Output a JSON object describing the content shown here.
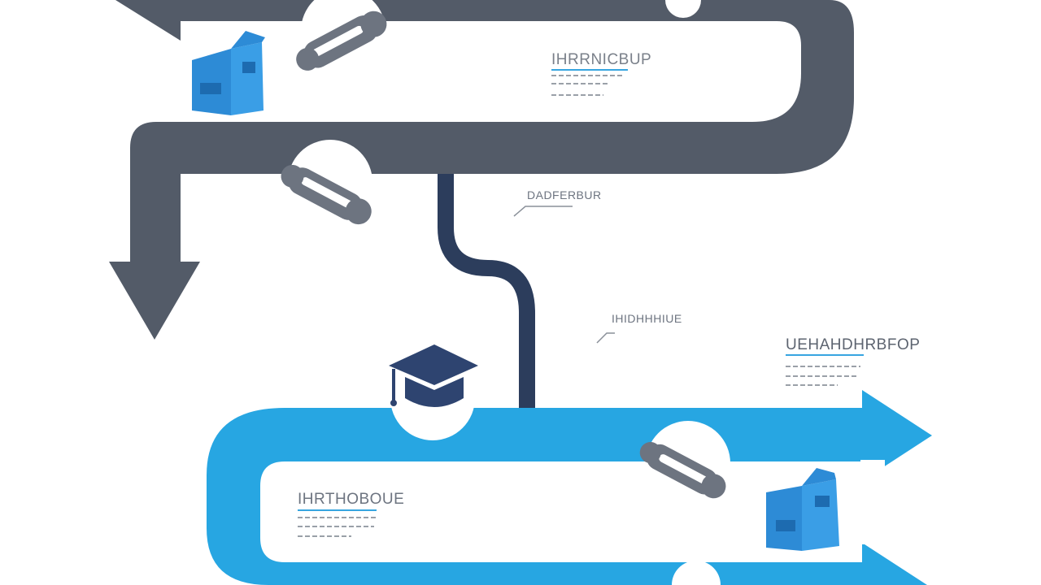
{
  "colors": {
    "dark_path": "#535b68",
    "blue_path": "#27a6e2",
    "navy_line": "#2c3d5c",
    "icon_gray": "#6d7480",
    "icon_blue": "#2d8bd6",
    "cap_navy": "#2e4470",
    "text_gray": "#7a808a",
    "accent_blue": "#37a5e0"
  },
  "milestones": [
    {
      "heading": "IHRRNICBUP",
      "icon": "book-icon"
    },
    {
      "heading": "DADFERBUR",
      "icon": "diploma-scroll-icon"
    },
    {
      "heading": "IHIDHHHIUE",
      "icon": "diploma-scroll-icon"
    },
    {
      "heading": "UEHAHDHRBFOP",
      "icon": "book-icon"
    },
    {
      "heading": "IHRTHOBOUE",
      "icon": "graduation-cap-icon"
    }
  ],
  "icons": [
    "diploma-scroll-icon",
    "book-icon",
    "graduation-cap-icon",
    "diploma-scroll-icon",
    "diploma-scroll-icon",
    "book-icon"
  ]
}
